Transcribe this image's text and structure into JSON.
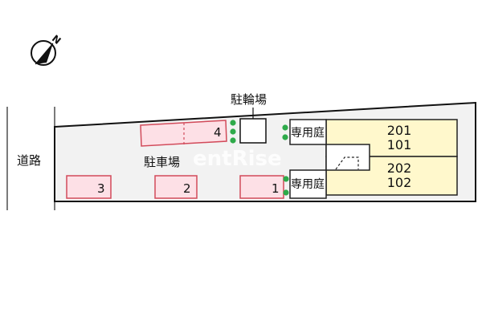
{
  "compass": {
    "icon": "north-compass-icon",
    "north_label": "N"
  },
  "road": {
    "label": "道路"
  },
  "site": {
    "fill": "#f2f2f2",
    "stroke": "#111111"
  },
  "bicycle_parking": {
    "label": "駐輪場"
  },
  "car_parking": {
    "label": "駐車場",
    "fill": "#fde0e6",
    "stroke": "#d24a5a",
    "spaces": [
      {
        "number": "4"
      },
      {
        "number": "3"
      },
      {
        "number": "2"
      },
      {
        "number": "1"
      }
    ]
  },
  "private_gardens": [
    {
      "label": "専用庭"
    },
    {
      "label": "専用庭"
    }
  ],
  "units": {
    "fill": "#fff8cc",
    "blocks": [
      {
        "upper": "201",
        "lower": "101"
      },
      {
        "upper": "202",
        "lower": "102"
      }
    ]
  },
  "hedge_color": "#2eaa4a",
  "watermark": "entRise"
}
